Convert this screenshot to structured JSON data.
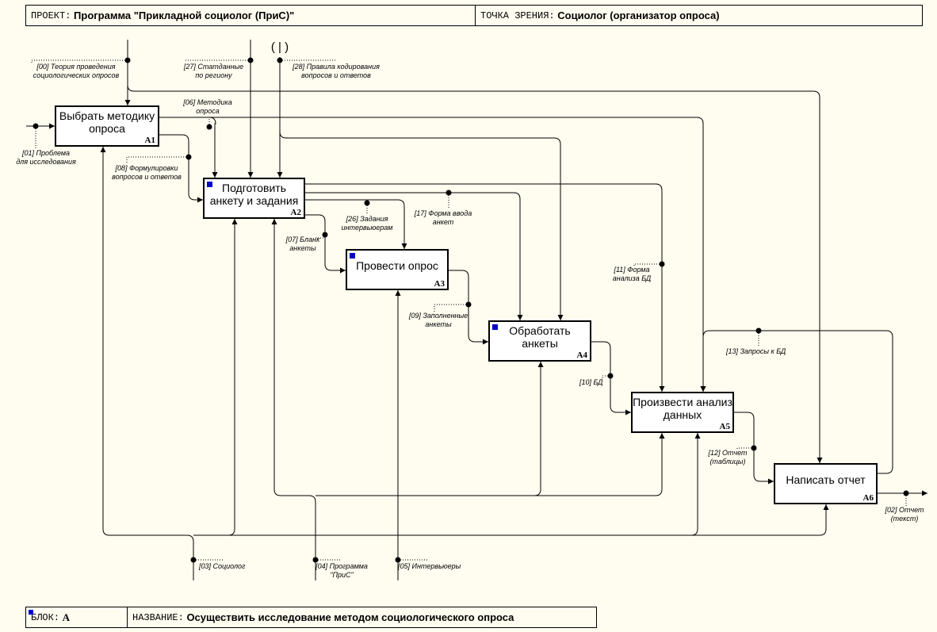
{
  "header": {
    "project_label": "ПРОЕКТ:",
    "project_value": "Программа \"Прикладной социолог (ПриС)\"",
    "viewpoint_label": "ТОЧКА ЗРЕНИЯ:",
    "viewpoint_value": "Социолог (организатор опроса)"
  },
  "footer": {
    "node_label": "БЛОК:",
    "node_value": "A",
    "title_label": "НАЗВАНИЕ:",
    "title_value": "Осуществить исследование методом социологического опроса"
  },
  "tunnel": "( | )",
  "colors": {
    "background": "#fffdf0",
    "line": "#000000",
    "marker": "#0000cc"
  },
  "boxes": [
    {
      "id": "A1",
      "title_1": "Выбрать методику",
      "title_2": "опроса"
    },
    {
      "id": "A2",
      "title_1": "Подготовить",
      "title_2": "анкету и задания"
    },
    {
      "id": "A3",
      "title_1": "Провести опрос",
      "title_2": ""
    },
    {
      "id": "A4",
      "title_1": "Обработать",
      "title_2": "анкеты"
    },
    {
      "id": "A5",
      "title_1": "Произвести анализ",
      "title_2": "данных"
    },
    {
      "id": "A6",
      "title_1": "Написать отчет",
      "title_2": ""
    }
  ],
  "arrow_labels": {
    "l00_1": "[00] Теория проведения",
    "l00_2": "социологических опросов",
    "l27_1": "[27] Статданные",
    "l27_2": "по региону",
    "l28_1": "[28] Правила кодирования",
    "l28_2": "вопросов и ответов",
    "l06_1": "[06] Методика",
    "l06_2": "опроса",
    "l01_1": "[01] Проблема",
    "l01_2": "для исследования",
    "l08_1": "[08] Формулировки",
    "l08_2": "вопросов и ответов",
    "l26_1": "[26] Задания",
    "l26_2": "интервьюерам",
    "l17_1": "[17] Форма ввода",
    "l17_2": "анкет",
    "l07_1": "[07] Бланк",
    "l07_2": "анкеты",
    "l11_1": "[11] Форма",
    "l11_2": "анализа БД",
    "l09_1": "[09] Заполненные",
    "l09_2": "анкеты",
    "l13": "[13] Запросы к БД",
    "l10": "[10] БД",
    "l12_1": "[12] Отчет",
    "l12_2": "(таблицы)",
    "l02_1": "[02] Отчет",
    "l02_2": "(текст)",
    "l03": "[03] Социолог",
    "l04_1": "[04] Программа",
    "l04_2": "\"ПриС\"",
    "l05": "[05] Интервьюеры"
  }
}
